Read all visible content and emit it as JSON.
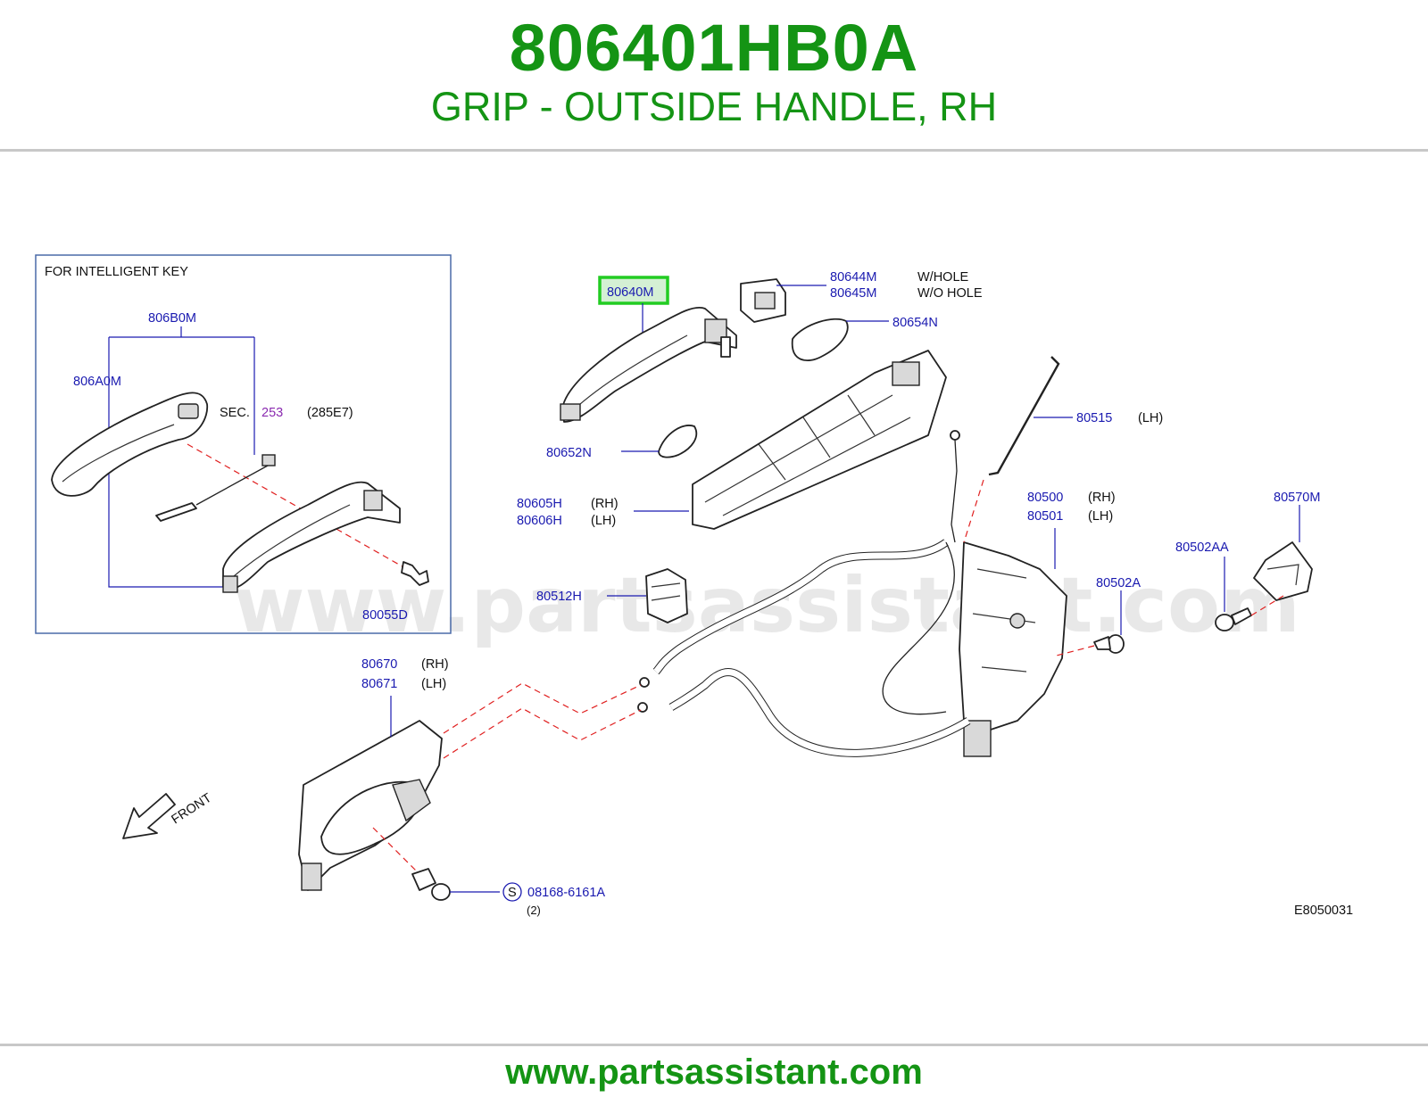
{
  "header": {
    "part_number": "806401HB0A",
    "description": "GRIP - OUTSIDE HANDLE, RH"
  },
  "diagram": {
    "inset_title": "FOR   INTELLIGENT   KEY",
    "sec_prefix": "SEC.",
    "sec_number": "253",
    "sec_ref": "(285E7)",
    "highlighted_label": "80640M",
    "labels": {
      "l806b0m": "806B0M",
      "l806a0m": "806A0M",
      "l80055d": "80055D",
      "l80644m": "80644M",
      "l80645m": "80645M",
      "l80654n": "80654N",
      "l80652n": "80652N",
      "l80605h": "80605H",
      "l80606h": "80606H",
      "l80515": "80515",
      "l80500": "80500",
      "l80501": "80501",
      "l80570m": "80570M",
      "l80502aa": "80502AA",
      "l80502a": "80502A",
      "l80512h": "80512H",
      "l80670": "80670",
      "l80671": "80671",
      "l08168": "08168-6161A"
    },
    "notes": {
      "w_hole": "W/HOLE",
      "wo_hole": "W/O   HOLE",
      "rh": "(RH)",
      "lh": "(LH)",
      "qty2": "(2)",
      "s_mark": "S",
      "front": "FRONT"
    },
    "diagram_code": "E8050031",
    "watermark": "www.partsassistant.com"
  },
  "footer": {
    "url": "www.partsassistant.com"
  },
  "colors": {
    "brand_green": "#149414",
    "label_blue": "#1a1ab0",
    "highlight_green": "#22cc22",
    "dashed_red": "#e02020"
  }
}
